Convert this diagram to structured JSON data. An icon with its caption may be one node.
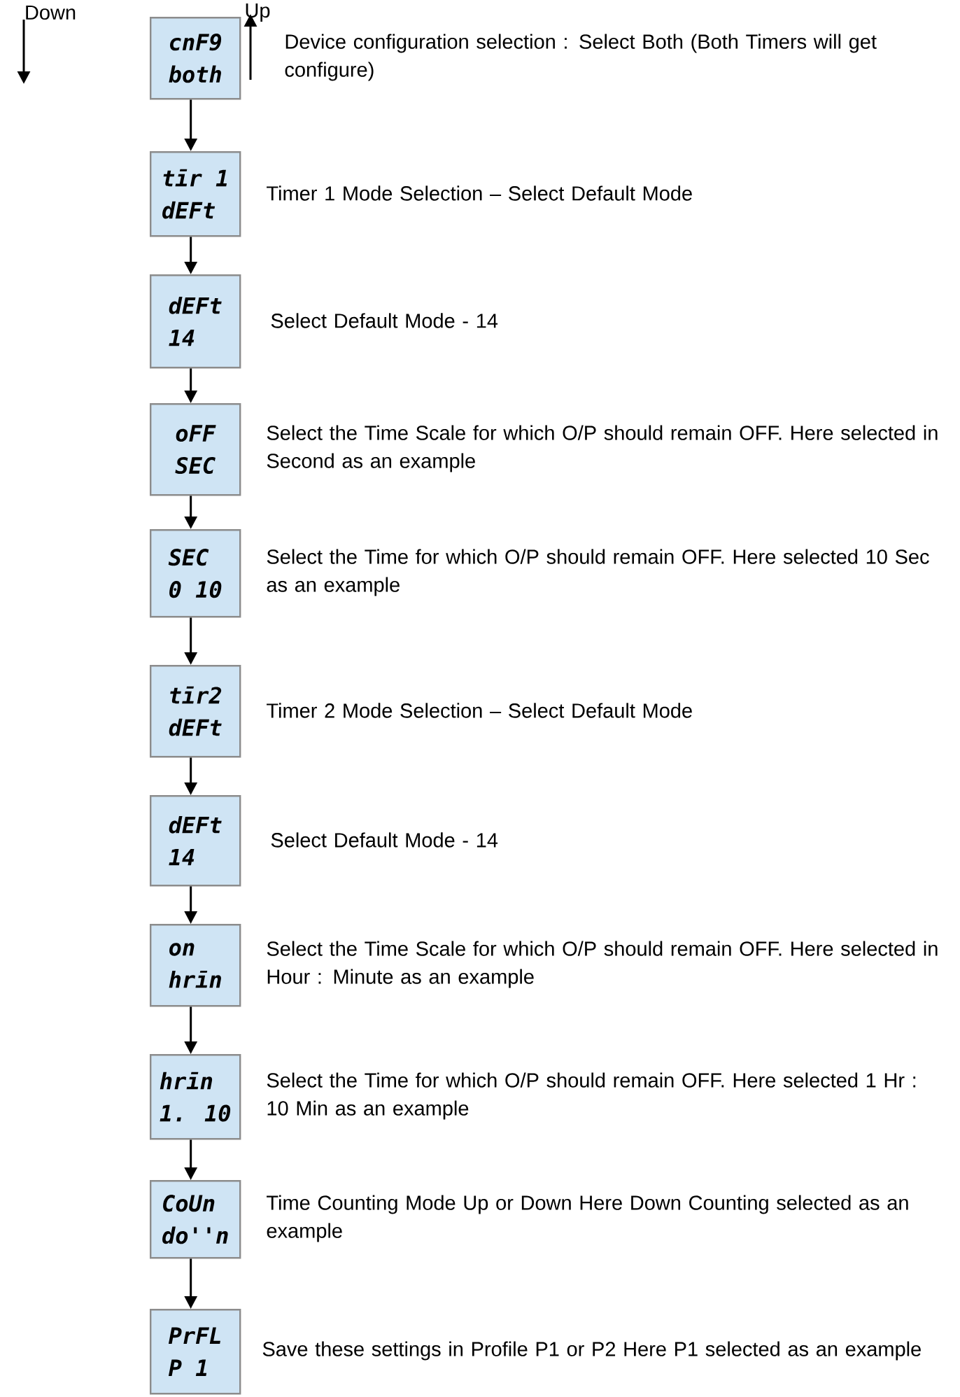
{
  "diagram": {
    "nodes": [
      {
        "text": [
          "cnF9",
          "both"
        ],
        "beside": [
          "Device configuration selection : Select Both (Both Timers will get configure)"
        ]
      },
      {
        "text": [
          "tīr 1",
          "dEFt"
        ],
        "beside": [
          "Timer 1 Mode Selection – Select Default Mode"
        ]
      },
      {
        "text": [
          "dEFt",
          "14"
        ],
        "beside": [
          "Select Default Mode - 14"
        ]
      },
      {
        "text": [
          "oFF",
          "SEC"
        ],
        "beside": [
          "Select the Time Scale for which O/P should remain OFF. Here selected in Second as an example"
        ]
      },
      {
        "text": [
          "SEC",
          "0 10"
        ],
        "beside": [
          "Select the Time for which O/P should remain OFF. Here selected 10 Sec  as an example"
        ]
      },
      {
        "text": [
          "tīr2",
          "dEFt"
        ],
        "beside": [
          "Timer 2 Mode Selection – Select Default Mode"
        ]
      },
      {
        "text": [
          "dEFt",
          "14"
        ],
        "beside": [
          "Select Default Mode - 14"
        ]
      },
      {
        "text": [
          "on",
          "hrīn"
        ],
        "beside": [
          "Select the Time Scale for which O/P should remain OFF. Here selected in Hour : Minute as an example"
        ]
      },
      {
        "text": [
          "hrīn",
          "1. 10"
        ],
        "beside": [
          "Select the Time for which O/P should remain OFF. Here selected 1 Hr : 10 Min  as an example"
        ]
      },
      {
        "text": [
          "CoUn",
          "do''n"
        ],
        "beside": [
          "Time Counting Mode Up or Down Here Down Counting selected as an example"
        ]
      },
      {
        "text": [
          "PrFL",
          "P 1"
        ],
        "beside": [
          "Save these settings in Profile P1 or P2 Here P1 selected as an example"
        ]
      }
    ],
    "edges": [
      {
        "from": 0,
        "to": 1,
        "arrow": "to"
      },
      {
        "from": 1,
        "to": 2,
        "arrow": "to"
      },
      {
        "from": 2,
        "to": 3,
        "arrow": "to"
      },
      {
        "from": 3,
        "to": 4,
        "arrow": "to"
      },
      {
        "from": 4,
        "to": 5,
        "arrow": "to"
      },
      {
        "from": 5,
        "to": 6,
        "arrow": "to"
      },
      {
        "from": 6,
        "to": 7,
        "arrow": "to"
      },
      {
        "from": 7,
        "to": 8,
        "arrow": "to"
      },
      {
        "from": 8,
        "to": 9,
        "arrow": "to"
      },
      {
        "from": 9,
        "to": 10,
        "arrow": "to"
      }
    ],
    "labels": [
      "Down",
      "Up"
    ]
  }
}
